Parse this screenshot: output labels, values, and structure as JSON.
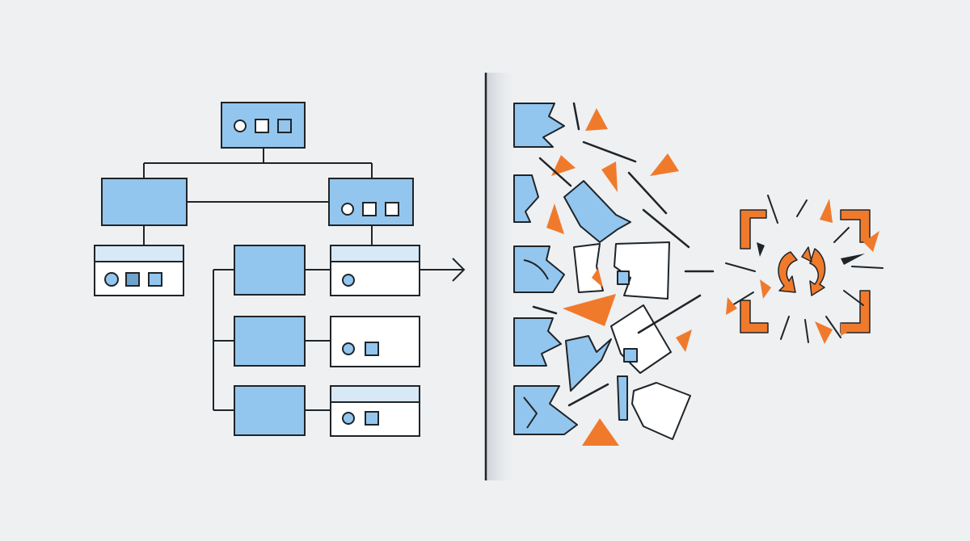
{
  "title": "",
  "colors": {
    "background": "#eef0f2",
    "outline": "#1f2428",
    "module_fill": "#93c6ee",
    "panel_fill": "#ffffff",
    "header_strip": "#d7e8f7",
    "shard_accent": "#f07a2c"
  },
  "icons": [
    "circle-icon",
    "square-icon",
    "arrow-right-icon",
    "broken-cycle-icon"
  ],
  "sections": {
    "left": "structured-hierarchy",
    "center": "divider",
    "right": "fragmented-shards",
    "far_right": "broken-cycle-burst"
  }
}
